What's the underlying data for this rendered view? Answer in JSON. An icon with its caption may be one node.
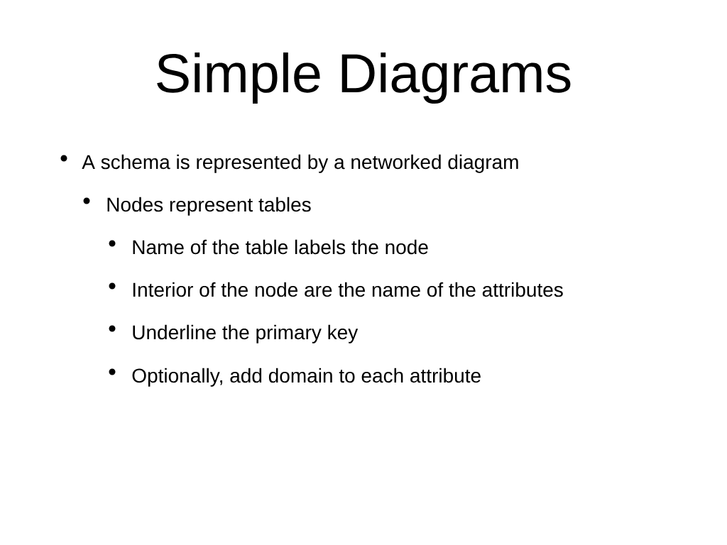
{
  "diagram": {
    "title": "Simple Diagrams",
    "labels": [
      "A schema is represented by a networked diagram",
      "Nodes represent tables",
      "Name of the table labels the node",
      "Interior of the node are the name of the attributes",
      "Underline the primary key",
      "Optionally, add domain to each attribute"
    ]
  }
}
